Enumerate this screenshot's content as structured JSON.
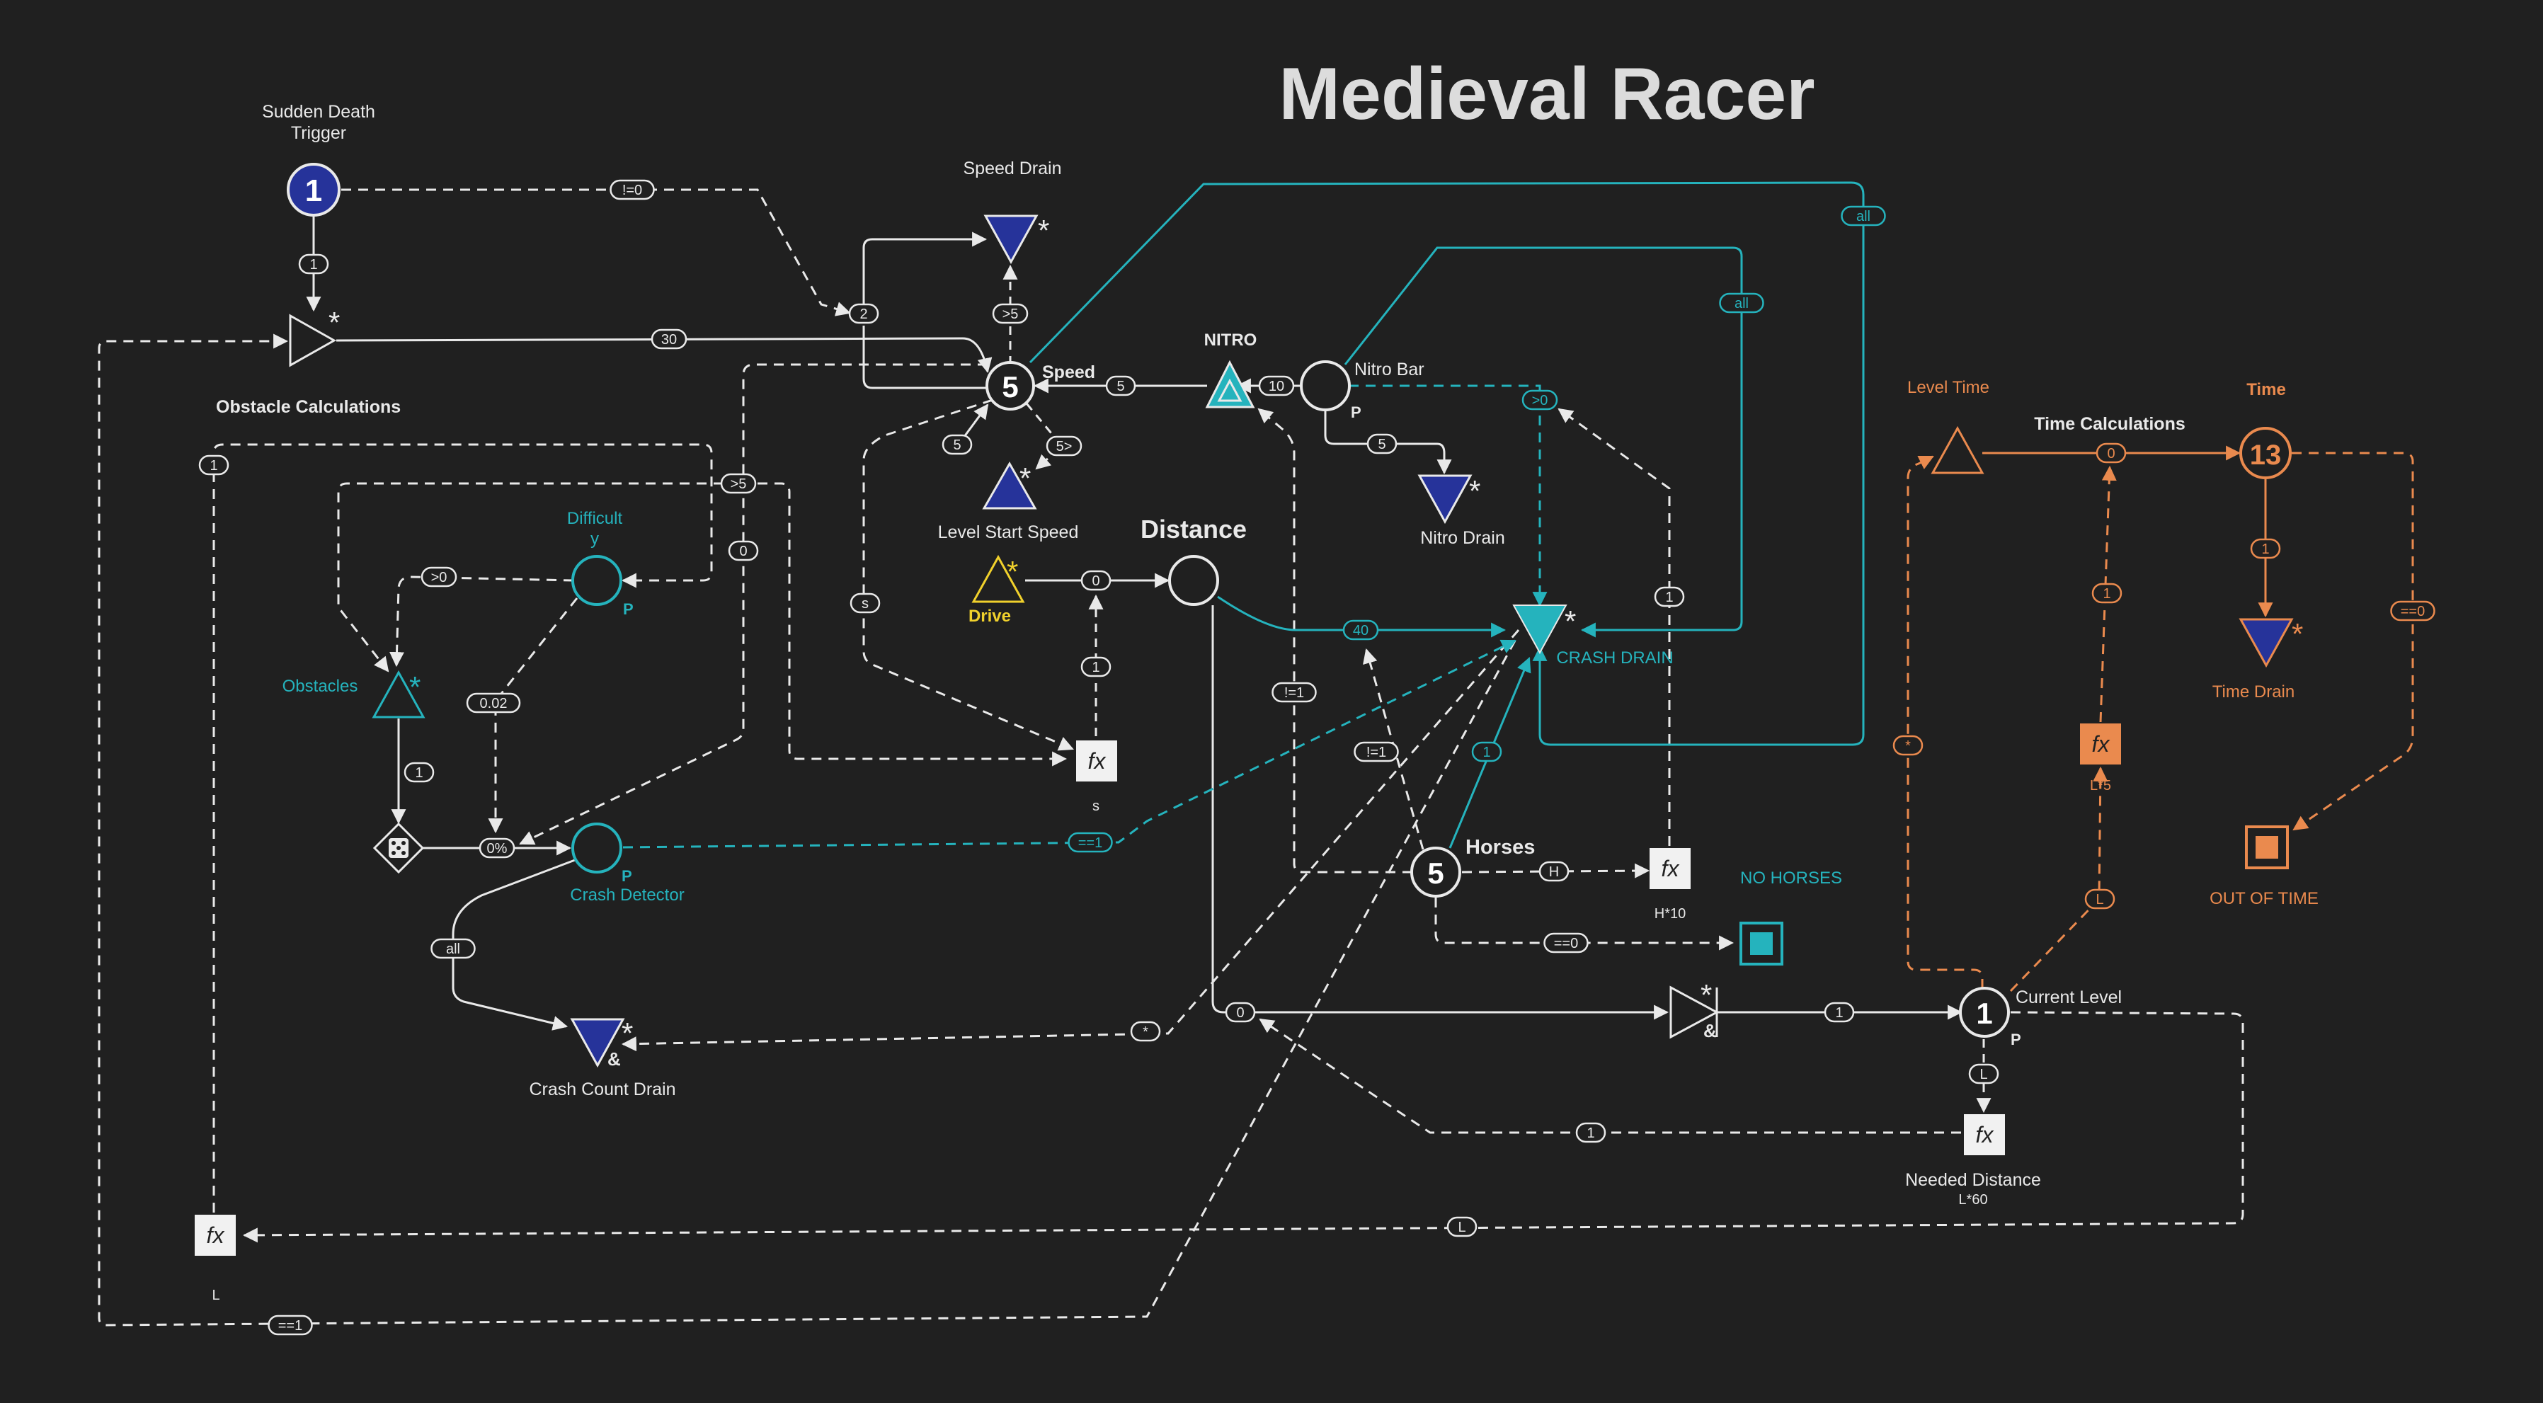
{
  "title": "Medieval Racer",
  "colors": {
    "background": "#202020",
    "white": "#e9e9e9",
    "teal": "#25b3bd",
    "orange": "#ea8a4e",
    "navy": "#26339a",
    "yellow": "#f1d12c",
    "title": "#dcdcdc"
  },
  "nodes": {
    "sudden_death_trigger": {
      "label": "Sudden Death\nTrigger",
      "value": "1"
    },
    "speed_drain": {
      "label": "Speed Drain"
    },
    "speed": {
      "label": "Speed",
      "value": "5"
    },
    "nitro": {
      "label": "NITRO"
    },
    "nitro_bar": {
      "label": "Nitro Bar",
      "p": "P"
    },
    "nitro_drain": {
      "label": "Nitro Drain"
    },
    "level_start_speed": {
      "label": "Level Start Speed"
    },
    "distance": {
      "label": "Distance"
    },
    "drive": {
      "label": "Drive"
    },
    "difficulty": {
      "label": "Difficult\ny",
      "p": "P"
    },
    "obstacles": {
      "label": "Obstacles"
    },
    "obstacle_calculations": {
      "label": "Obstacle Calculations"
    },
    "crash_detector": {
      "label": "Crash Detector",
      "p": "P"
    },
    "crash_count_drain": {
      "label": "Crash Count Drain",
      "amp": "&"
    },
    "crash_drain": {
      "label": "CRASH DRAIN"
    },
    "horses": {
      "label": "Horses",
      "value": "5"
    },
    "no_horses": {
      "label": "NO HORSES"
    },
    "fx_h10": {
      "caption": "H*10"
    },
    "fx_s": {
      "caption": "s"
    },
    "fx_l_left": {
      "caption": "L"
    },
    "needed_distance": {
      "label": "Needed Distance",
      "caption": "L*60"
    },
    "current_level": {
      "label": "Current Level",
      "value": "1",
      "p": "P"
    },
    "gate_amp": {
      "amp": "&"
    },
    "level_time": {
      "label": "Level Time"
    },
    "time_calculations": {
      "label": "Time Calculations"
    },
    "time": {
      "label": "Time",
      "value": "13"
    },
    "time_drain": {
      "label": "Time Drain"
    },
    "fx_l5": {
      "caption": "L*5"
    },
    "out_of_time": {
      "label": "OUT OF TIME"
    }
  },
  "edge_labels": {
    "trigger_to_2": "!=0",
    "trigger_down": "1",
    "gate_to_speed": "30",
    "two": "2",
    "gt5": ">5",
    "nitro_to_speed": "5",
    "nitrobar_to_nitro": "10",
    "nitrobar_to_drain": "5",
    "speed_to_lss_a": "5",
    "speed_to_lss_b": "5>",
    "gt0_diff": ">0",
    "gt5_mid": ">5",
    "zero_mid": "0",
    "s_label": "s",
    "drive_to_distance": "0",
    "fx_to_zero": "1",
    "obs_to_dice": "1",
    "difficulty_to_dice": "0.02",
    "dice_to_detector": "0%",
    "detector_to_ccd": "all",
    "detector_to_crash": "==1",
    "distance_to_crash": "40",
    "nitro_neq1": "!=1",
    "horses_neq1": "!=1",
    "horses_to_crash": "1",
    "horses_to_fx": "H",
    "horses_to_nohorses": "==0",
    "fx_to_crash": "1",
    "nitrobar_gt0": ">0",
    "all_top": "all",
    "all_inner": "all",
    "ccd_star": "*",
    "distance_zero": "0",
    "gate_to_level": "1",
    "level_to_needed": "L",
    "needed_to_zero": "1",
    "level_to_fx_left": "L",
    "fx_left_one": "1",
    "bottom_eq1": "==1",
    "level_to_fx_l5": "L",
    "fx_l5_to_zero": "1",
    "time_calc_zero": "0",
    "time_to_drain": "1",
    "time_eq0": "==0",
    "level_star": "*"
  }
}
